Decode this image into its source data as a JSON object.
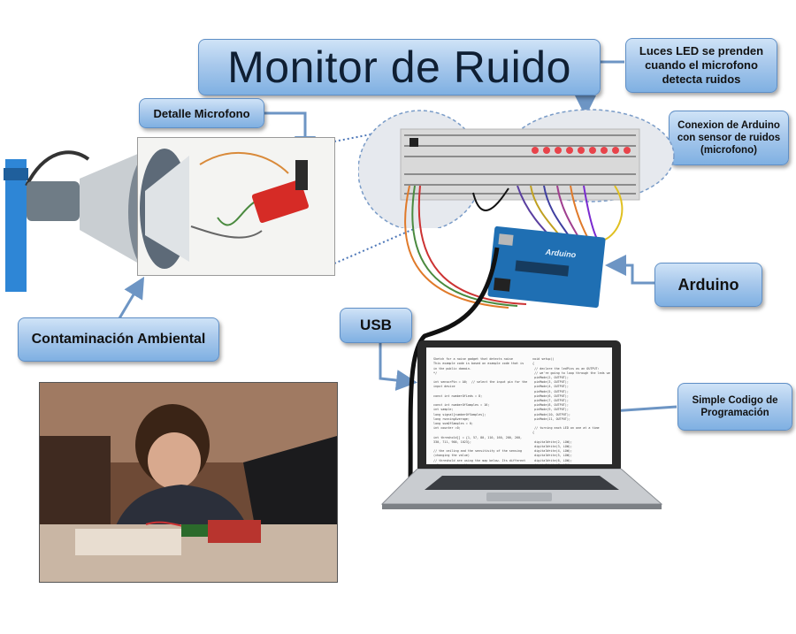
{
  "title": "Monitor de Ruido",
  "labels": {
    "luces_led": "Luces LED se prenden cuando el microfono detecta ruidos",
    "detalle_microfono": "Detalle Microfono",
    "conexion_arduino": "Conexion de Arduino con sensor de ruidos (microfono)",
    "arduino": "Arduino",
    "usb": "USB",
    "contaminacion": "Contaminación Ambiental",
    "codigo": "Simple Codigo de Programación"
  },
  "board_text": "Arduino",
  "colors": {
    "callout_top": "#cfe3f7",
    "callout_bottom": "#7fb0e2",
    "arrow": "#6d95c4",
    "arduino_blue": "#1f6fb3",
    "breadboard": "#d9d9d9",
    "led_red": "#e8434a",
    "megaphone_pole": "#2e86d6"
  },
  "icons": [
    "megaphone-icon",
    "microphone-board-icon",
    "breadboard-icon",
    "arduino-board-icon",
    "laptop-icon",
    "person-photo"
  ]
}
